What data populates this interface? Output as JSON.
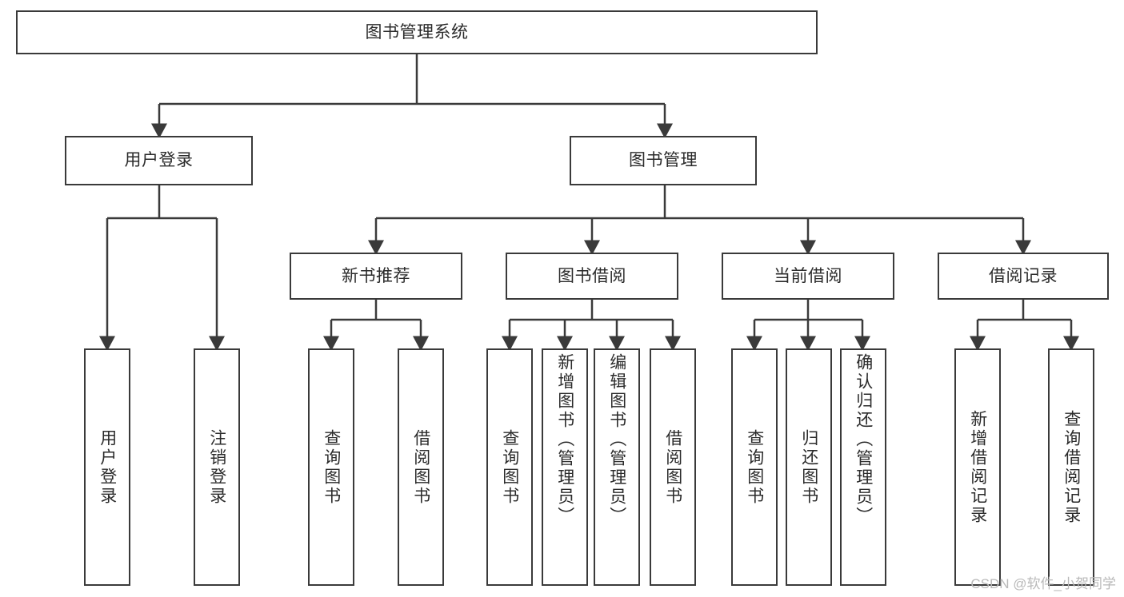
{
  "diagram": {
    "type": "tree-hierarchy",
    "title": "图书管理系统",
    "orientation": "top-down",
    "colors": {
      "box_border": "#3a3a3a",
      "box_fill": "#ffffff",
      "connector": "#3a3a3a",
      "text": "#2b2b2b",
      "background": "#ffffff",
      "watermark": "#b9b9b9"
    },
    "root": {
      "label": "图书管理系统"
    },
    "level2": [
      {
        "label": "用户登录"
      },
      {
        "label": "图书管理"
      }
    ],
    "level3": [
      {
        "label": "新书推荐"
      },
      {
        "label": "图书借阅"
      },
      {
        "label": "当前借阅"
      },
      {
        "label": "借阅记录"
      }
    ],
    "leaves": {
      "user_login": [
        {
          "label": "用户登录"
        },
        {
          "label": "注销登录"
        }
      ],
      "new_book_recommend": [
        {
          "label": "查询图书"
        },
        {
          "label": "借阅图书"
        }
      ],
      "book_borrow": [
        {
          "label": "查询图书"
        },
        {
          "label": "新增图书（管理员）"
        },
        {
          "label": "编辑图书（管理员）"
        },
        {
          "label": "借阅图书"
        }
      ],
      "current_borrow": [
        {
          "label": "查询图书"
        },
        {
          "label": "归还图书"
        },
        {
          "label": "确认归还（管理员）"
        }
      ],
      "borrow_records": [
        {
          "label": "新增借阅记录"
        },
        {
          "label": "查询借阅记录"
        }
      ]
    }
  },
  "watermark": {
    "text": "CSDN @软件_小贺同学"
  }
}
